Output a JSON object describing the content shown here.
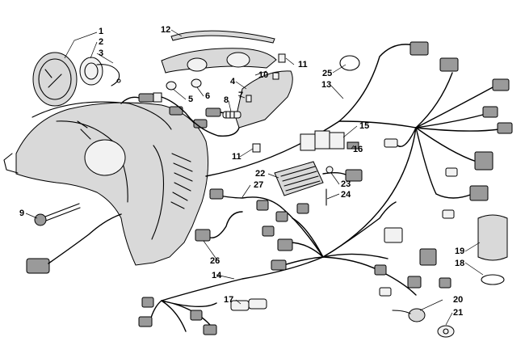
{
  "diagram": {
    "callouts": [
      "1",
      "2",
      "3",
      "4",
      "5",
      "6",
      "7",
      "8",
      "9",
      "10",
      "11",
      "11",
      "12",
      "13",
      "14",
      "15",
      "16",
      "17",
      "18",
      "19",
      "20",
      "21",
      "22",
      "23",
      "24",
      "25",
      "26",
      "27"
    ]
  }
}
